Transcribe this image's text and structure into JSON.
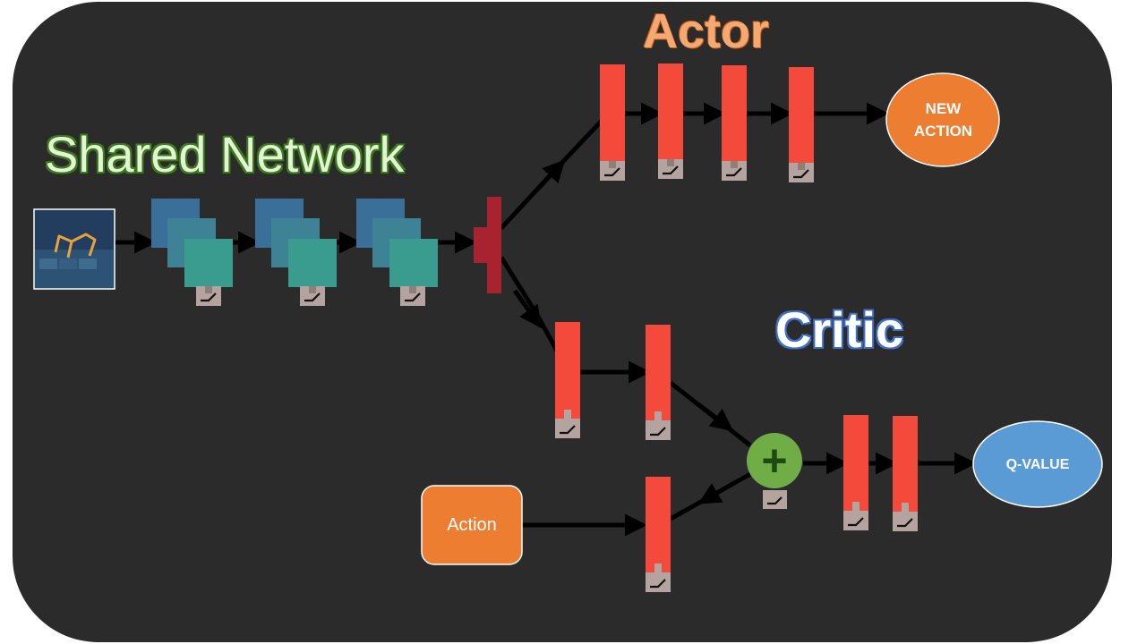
{
  "titles": {
    "shared_network": "Shared Network",
    "actor": "Actor",
    "critic": "Critic"
  },
  "nodes": {
    "new_action": {
      "line1": "NEW",
      "line2": "ACTION"
    },
    "q_value": "Q-VALUE",
    "action": "Action",
    "sum_symbol": "+"
  },
  "colors": {
    "panel_background": "#2b2b2b",
    "dense_layer": "#f44a3c",
    "activation_tab": "#b4a39f",
    "conv_back": "#3a6f99",
    "conv_middle": "#3e8395",
    "conv_front": "#3a9b8f",
    "flatten_layer": "#a8222f",
    "output_node_actor": "#ed7d31",
    "output_node_critic": "#5b9bd5",
    "action_input": "#ed7d31",
    "sum_node": "#70ad47",
    "arrows": "#000000"
  },
  "icons": [
    "environment-thumbnail",
    "relu-activation-icon",
    "sum-icon"
  ]
}
